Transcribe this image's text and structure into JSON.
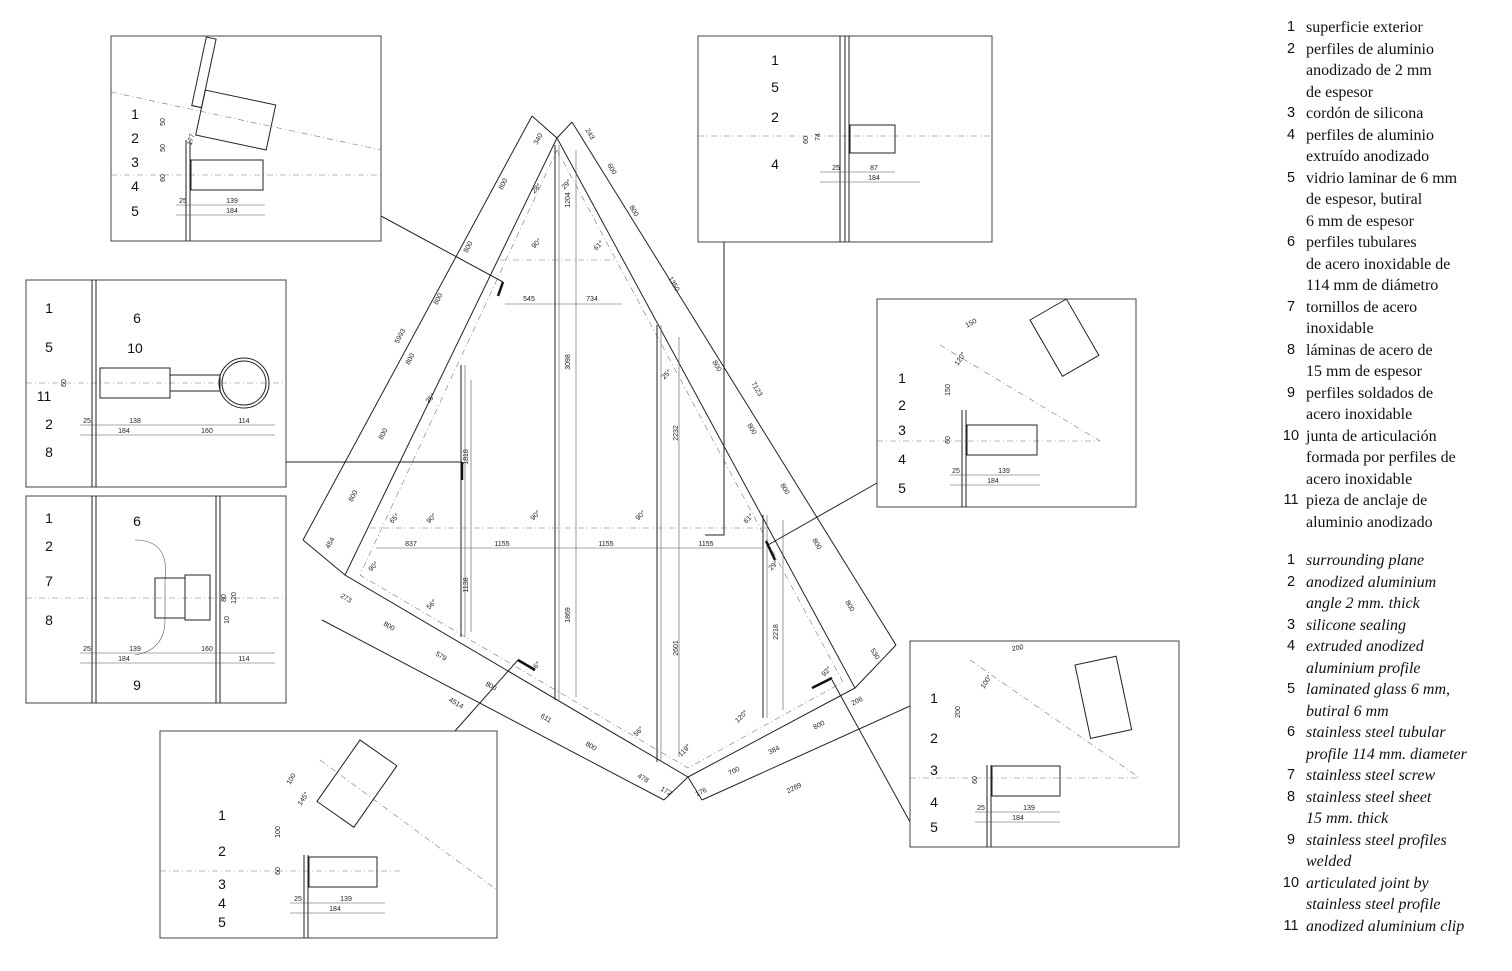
{
  "legend_es": [
    {
      "n": "1",
      "t": "superficie exterior"
    },
    {
      "n": "2",
      "t": "perfiles de aluminio\nanodizado de 2 mm\nde espesor"
    },
    {
      "n": "3",
      "t": "cordón de silicona"
    },
    {
      "n": "4",
      "t": "perfiles de aluminio\nextruído anodizado"
    },
    {
      "n": "5",
      "t": "vidrio laminar de 6 mm\nde espesor, butiral\n6 mm de espesor"
    },
    {
      "n": "6",
      "t": "perfiles tubulares\nde acero inoxidable de\n114 mm de diámetro"
    },
    {
      "n": "7",
      "t": "tornillos de acero\ninoxidable"
    },
    {
      "n": "8",
      "t": "láminas de acero de\n15 mm de espesor"
    },
    {
      "n": "9",
      "t": "perfiles soldados de\nacero inoxidable"
    },
    {
      "n": "10",
      "t": "junta de articulación\nformada por perfiles de\nacero inoxidable"
    },
    {
      "n": "11",
      "t": "pieza de anclaje de\naluminio anodizado"
    }
  ],
  "legend_en": [
    {
      "n": "1",
      "t": "surrounding plane"
    },
    {
      "n": "2",
      "t": "anodized aluminium\nangle 2 mm. thick"
    },
    {
      "n": "3",
      "t": "silicone sealing"
    },
    {
      "n": "4",
      "t": "extruded anodized\naluminium profile"
    },
    {
      "n": "5",
      "t": "laminated glass 6 mm,\nbutiral 6 mm"
    },
    {
      "n": "6",
      "t": "stainless steel tubular\nprofile 114 mm. diameter"
    },
    {
      "n": "7",
      "t": "stainless steel screw"
    },
    {
      "n": "8",
      "t": "stainless steel sheet\n15 mm. thick"
    },
    {
      "n": "9",
      "t": "stainless steel profiles\nwelded"
    },
    {
      "n": "10",
      "t": "articulated joint by\nstainless steel profile"
    },
    {
      "n": "11",
      "t": "anodized aluminium clip"
    }
  ],
  "plan_dims": [
    "340",
    "243",
    "800",
    "600",
    "800",
    "800",
    "800",
    "1350",
    "5993",
    "800",
    "800",
    "7123",
    "800",
    "800",
    "800",
    "800",
    "454",
    "800",
    "800",
    "530",
    "273",
    "800",
    "579",
    "800",
    "4514",
    "611",
    "800",
    "478",
    "172",
    "176",
    "700",
    "384",
    "800",
    "206",
    "2289",
    "545",
    "734",
    "1204",
    "3098",
    "1818",
    "2232",
    "837",
    "1155",
    "1155",
    "1155",
    "1138",
    "1869",
    "2601",
    "2218"
  ],
  "plan_angles": [
    "28°",
    "29°",
    "90°",
    "61°",
    "25°",
    "25°",
    "65°",
    "90°",
    "90°",
    "90°",
    "61°",
    "90°",
    "29°",
    "56°",
    "56°",
    "56°",
    "120°",
    "119°",
    "92°"
  ],
  "details": {
    "a": {
      "numbers": [
        "1",
        "2",
        "3",
        "4",
        "5"
      ],
      "dims": [
        "50",
        "50",
        "177",
        "60",
        "25",
        "139",
        "184"
      ]
    },
    "b": {
      "numbers": [
        "1",
        "5",
        "2",
        "4"
      ],
      "dims": [
        "60",
        "74",
        "25",
        "87",
        "184"
      ]
    },
    "c": {
      "numbers": [
        "1",
        "5",
        "11",
        "2",
        "8",
        "6",
        "10"
      ],
      "dims": [
        "60",
        "25",
        "138",
        "184",
        "160",
        "114"
      ]
    },
    "d": {
      "numbers": [
        "1",
        "2",
        "7",
        "8",
        "6",
        "9"
      ],
      "dims": [
        "80",
        "120",
        "10",
        "25",
        "139",
        "184",
        "160",
        "114"
      ]
    },
    "e": {
      "numbers": [
        "1",
        "2",
        "3",
        "4",
        "5"
      ],
      "dims": [
        "150",
        "150",
        "120°",
        "60",
        "25",
        "139",
        "184"
      ]
    },
    "f": {
      "numbers": [
        "1",
        "2",
        "3",
        "4",
        "5"
      ],
      "dims": [
        "200",
        "200",
        "100°",
        "60",
        "25",
        "139",
        "184"
      ]
    },
    "g": {
      "numbers": [
        "1",
        "2",
        "3",
        "4",
        "5"
      ],
      "dims": [
        "100",
        "100",
        "145°",
        "60",
        "25",
        "139",
        "184"
      ]
    }
  }
}
